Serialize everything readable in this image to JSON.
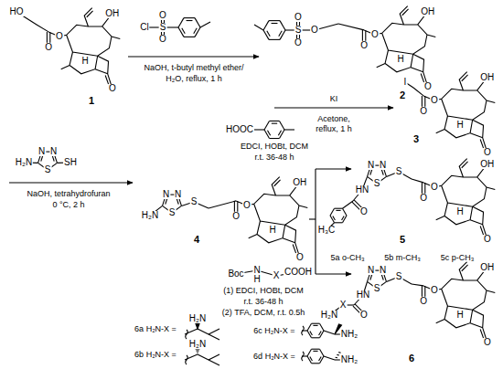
{
  "diagram": {
    "labels": [
      "O",
      "O",
      "OH",
      "H",
      "O",
      "O",
      "O",
      "OH",
      "H",
      "O",
      "O",
      "O",
      "OH",
      "H",
      "O",
      "O",
      "O",
      "OH",
      "H",
      "O",
      "O",
      "O",
      "OH",
      "H",
      "O",
      "O",
      "O",
      "OH",
      "H",
      "O",
      "1",
      "Cl",
      "S",
      "O",
      "O",
      "NaOH, t-butyl methyl ether/",
      "H₂O, reflux, 1 h",
      "S",
      "O",
      "O",
      "O",
      "2",
      "KI",
      "Acetone,",
      "reflux, 1 h",
      "I",
      "3",
      "H₂N",
      "N",
      "N",
      "S",
      "SH",
      "NaOH, tetrahydrofuran",
      "0 °C, 2 h",
      "H₂N",
      "N",
      "N",
      "S",
      "S",
      "4",
      "HOOC",
      "EDCI, HOBt, DCM",
      "r.t. 36-48 h",
      "N",
      "N",
      "S",
      "S",
      "HN",
      "O",
      "H₃C",
      "5",
      "5a o-CH₃",
      "5b m-CH₃",
      "5c p-CH₃",
      "Boc",
      "N",
      "H",
      "X",
      "COOH",
      "(1) EDCI, HOBt, DCM",
      "r.t. 36-48 h",
      "(2) TFA, DCM, r.t. 0.5h",
      "N",
      "N",
      "S",
      "S",
      "HN",
      "O",
      "X",
      "H₂N",
      "6",
      "6a H₂N-X =",
      "H₂N",
      "6b H₂N-X =",
      "H₂N",
      "6c H₂N-X =",
      "NH₂",
      "6d H₂N-X =",
      "NH₂",
      "HO"
    ]
  }
}
